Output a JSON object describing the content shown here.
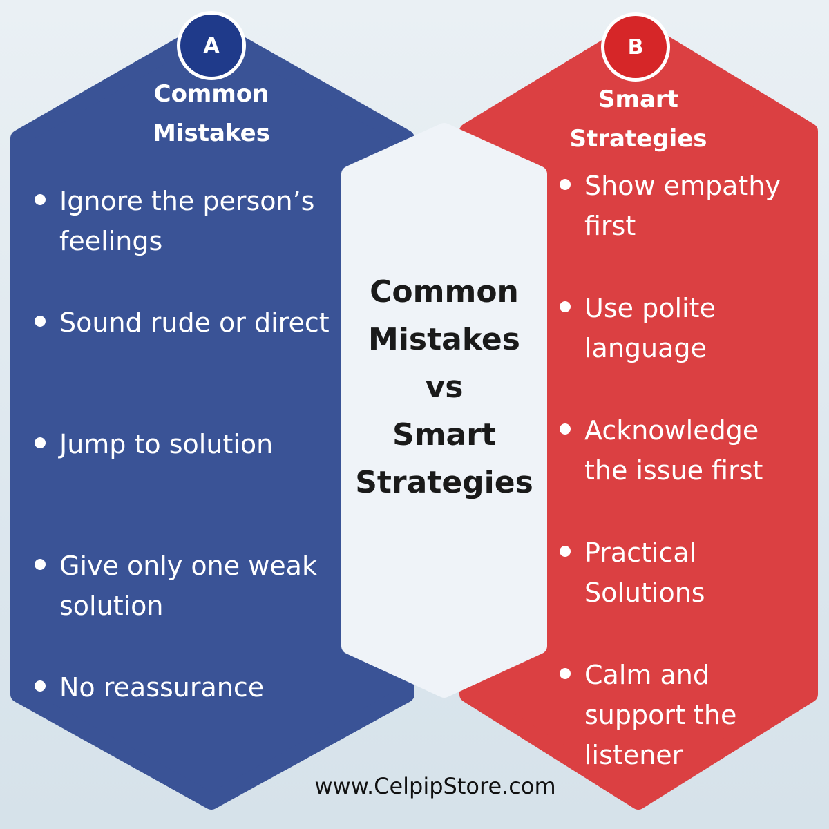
{
  "colors": {
    "left_panel": "#3a5396",
    "left_badge": "#1f3a8a",
    "right_panel": "#db4042",
    "right_badge": "#d62628",
    "center_panel": "#eff3f8",
    "center_text": "#1a1a1a"
  },
  "left": {
    "badge": "A",
    "heading": "Common Mistakes",
    "points": [
      "Ignore the person’s feelings",
      "Sound rude or direct",
      "Jump to solution",
      "Give only one weak solution",
      "No reassurance"
    ]
  },
  "right": {
    "badge": "B",
    "heading": "Smart Strategies",
    "points": [
      "Show empathy first",
      "Use polite language",
      "Acknowledge the issue first",
      "Practical Solutions",
      "Calm and support the listener"
    ]
  },
  "center": {
    "title_lines": [
      "Common",
      "Mistakes",
      "vs",
      "Smart",
      "Strategies"
    ]
  },
  "footer": {
    "url": "www.CelpipStore.com"
  }
}
